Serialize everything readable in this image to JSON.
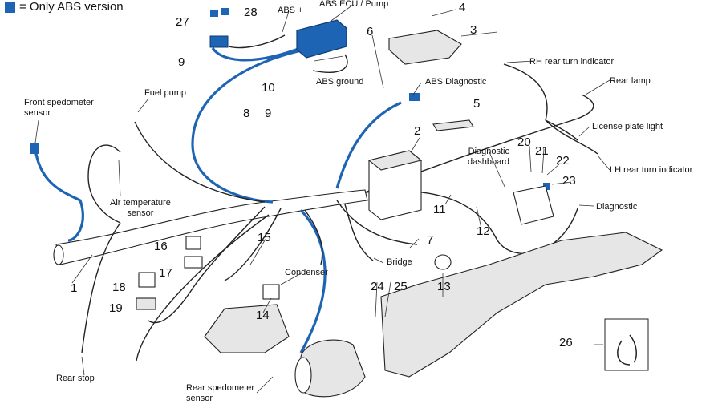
{
  "legend": {
    "text": "= Only ABS version",
    "swatch_color": "#1e64b4"
  },
  "colors": {
    "abs": "#1e64b4",
    "line": "#222222"
  },
  "labels": {
    "abs_plus": "ABS +",
    "abs_ecu": "ABS ECU / Pump",
    "abs_ground": "ABS ground",
    "abs_diagnostic": "ABS Diagnostic",
    "rh_rear_turn": "RH rear turn indicator",
    "rear_lamp": "Rear lamp",
    "license_plate": "License plate light",
    "lh_rear_turn": "LH rear turn indicator",
    "diagnostic_dashboard": "Diagnostic\ndashboard",
    "diagnostic": "Diagnostic",
    "fuel_pump": "Fuel pump",
    "front_speedo": "Front spedometer\nsensor",
    "air_temp": "Air temperature\nsensor",
    "condenser": "Condenser",
    "bridge": "Bridge",
    "rear_stop": "Rear stop",
    "rear_speedo": "Rear spedometer\nsensor"
  },
  "numbers": [
    "1",
    "2",
    "3",
    "4",
    "5",
    "6",
    "7",
    "8",
    "9",
    "9",
    "10",
    "11",
    "12",
    "13",
    "14",
    "15",
    "16",
    "17",
    "18",
    "19",
    "20",
    "21",
    "22",
    "23",
    "24",
    "25",
    "26",
    "27",
    "28"
  ]
}
